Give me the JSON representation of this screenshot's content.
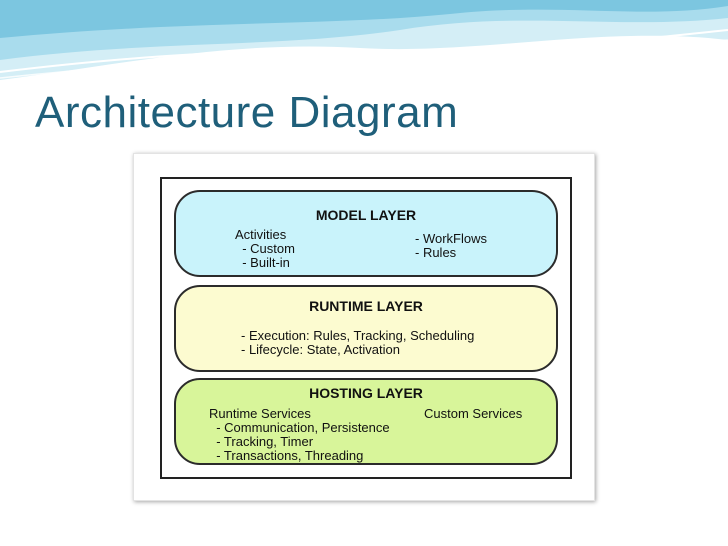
{
  "slide": {
    "title": "Architecture Diagram"
  },
  "diagram": {
    "model_layer": {
      "title": "MODEL LAYER",
      "left_lines": [
        "Activities",
        "  - Custom",
        "  - Built-in"
      ],
      "right_lines": [
        "- WorkFlows",
        "- Rules"
      ]
    },
    "runtime_layer": {
      "title": "RUNTIME LAYER",
      "lines": [
        "- Execution: Rules, Tracking, Scheduling",
        "- Lifecycle: State, Activation"
      ]
    },
    "hosting_layer": {
      "title": "HOSTING LAYER",
      "left_lines": [
        "Runtime Services",
        "  - Communication, Persistence",
        "  - Tracking, Timer",
        "  - Transactions, Threading"
      ],
      "right_lines": [
        "Custom Services"
      ]
    }
  },
  "colors": {
    "title": "#1f5f7a",
    "model_fill": "#c9f3fb",
    "runtime_fill": "#fcfbd0",
    "hosting_fill": "#d8f59a",
    "wave_light": "#d4eef6",
    "wave_mid": "#8fd0e6"
  }
}
